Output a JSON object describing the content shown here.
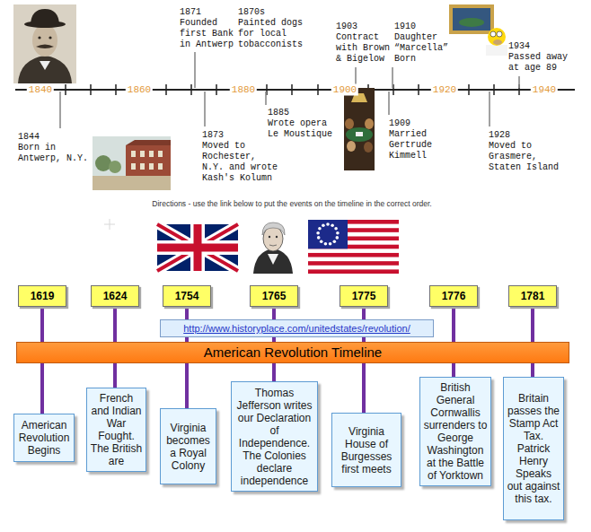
{
  "diagram": {
    "nodes": [
      {
        "text": [
          "1619"
        ]
      },
      {
        "text": [
          "1624"
        ]
      },
      {
        "text": [
          "1754"
        ]
      },
      {
        "text": [
          "1765"
        ]
      },
      {
        "text": [
          "1775"
        ]
      },
      {
        "text": [
          "1776"
        ]
      },
      {
        "text": [
          "1781"
        ]
      },
      {
        "text": [
          "http://www.historyplace.com/unitedstates/revolution/"
        ]
      },
      {
        "text": [
          "American Revolution Timeline"
        ]
      },
      {
        "text": [
          "American Revolution Begins"
        ]
      },
      {
        "text": [
          "French and Indian War Fought. The British are"
        ]
      },
      {
        "text": [
          "Virginia becomes a Royal Colony"
        ]
      },
      {
        "text": [
          "Thomas Jefferson writes our Declaration of Independence. The Colonies declare independence"
        ]
      },
      {
        "text": [
          "Virginia House of Burgesses first meets"
        ]
      },
      {
        "text": [
          "British General Cornwallis surrenders to George Washington at the Battle of Yorktown"
        ]
      },
      {
        "text": [
          "Britain passes the Stamp Act Tax. Patrick Henry Speaks out against this tax."
        ]
      }
    ],
    "edges": [
      {
        "from": 0,
        "to": 9,
        "arrow": "none"
      },
      {
        "from": 1,
        "to": 10,
        "arrow": "none"
      },
      {
        "from": 2,
        "to": 11,
        "arrow": "none"
      },
      {
        "from": 3,
        "to": 12,
        "arrow": "none"
      },
      {
        "from": 4,
        "to": 13,
        "arrow": "none"
      },
      {
        "from": 5,
        "to": 14,
        "arrow": "none"
      },
      {
        "from": 6,
        "to": 15,
        "arrow": "none"
      }
    ],
    "labels": [
      "1840",
      "1860",
      "1880",
      "1900",
      "1920",
      "1940",
      "1844",
      "Born in Antwerp, N.Y.",
      "1871",
      "Founded first Bank in Antwerp",
      "1870s",
      "Painted dogs for local tobacconists",
      "1873",
      "Moved to Rochester, N.Y. and wrote Kash's Kolumn",
      "1885",
      "Wrote opera Le Moustique",
      "1903",
      "Contract with Brown & Bigelow",
      "1910",
      "Daughter “Marcella” Born",
      "1909",
      "Married Gertrude Kimmell",
      "1928",
      "Moved to Grasmere, Staten Island",
      "1934",
      "Passed away at age 89",
      "Directions - use the link below to put the events on the timeline in the correct order."
    ]
  }
}
